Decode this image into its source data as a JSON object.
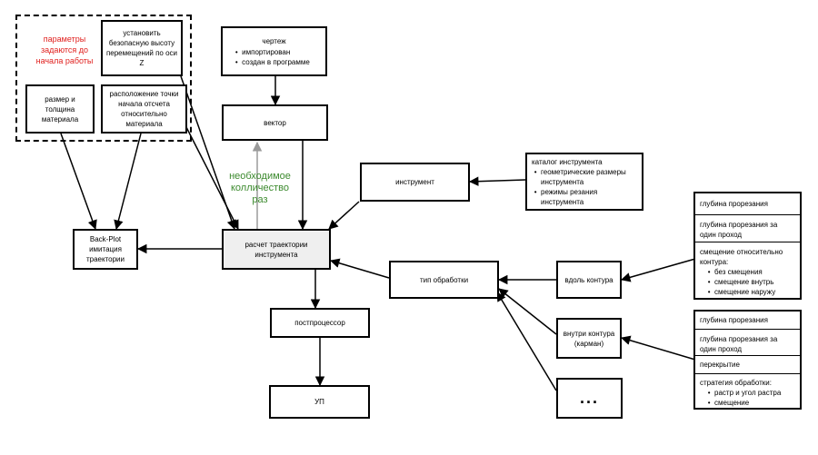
{
  "diagram": {
    "group_note": "параметры задаются до начала работы",
    "safe_height": "установить безопасную высоту перемещений по оси Z",
    "material": "размер и толщина материала",
    "origin": "расположение точки начала отсчета относительно материала",
    "drawing": {
      "title": "чертеж",
      "items": [
        "импортирован",
        "создан в программе"
      ]
    },
    "vector": "вектор",
    "repeat_note": "необходимое колличество раз",
    "tool": "инструмент",
    "catalog": {
      "title": "каталог инструмента",
      "items": [
        "геометрические размеры инструмента",
        "режимы резания инструмента"
      ]
    },
    "backplot": "Back-Plot имитация траектории",
    "toolpath": "расчет траектории инструмента",
    "machining": "тип обработки",
    "along": "вдоль контура",
    "inside": "внутри контура (карман)",
    "more": "...",
    "postprocessor": "постпроцессор",
    "up": "УП",
    "along_params": {
      "depth": "глубина прорезания",
      "pass_depth": "глубина прорезания за один проход",
      "offset_title": "смещение относительно контура:",
      "offset_items": [
        "без смещения",
        "смещение внутрь",
        "смещение наружу"
      ]
    },
    "pocket_params": {
      "depth": "глубина прорезания",
      "pass_depth": "глубина прорезания за один проход",
      "overlap": "перекрытие",
      "strategy_title": "стратегия обработки:",
      "strategy_items": [
        "растр и угол растра",
        "смещение"
      ]
    }
  }
}
